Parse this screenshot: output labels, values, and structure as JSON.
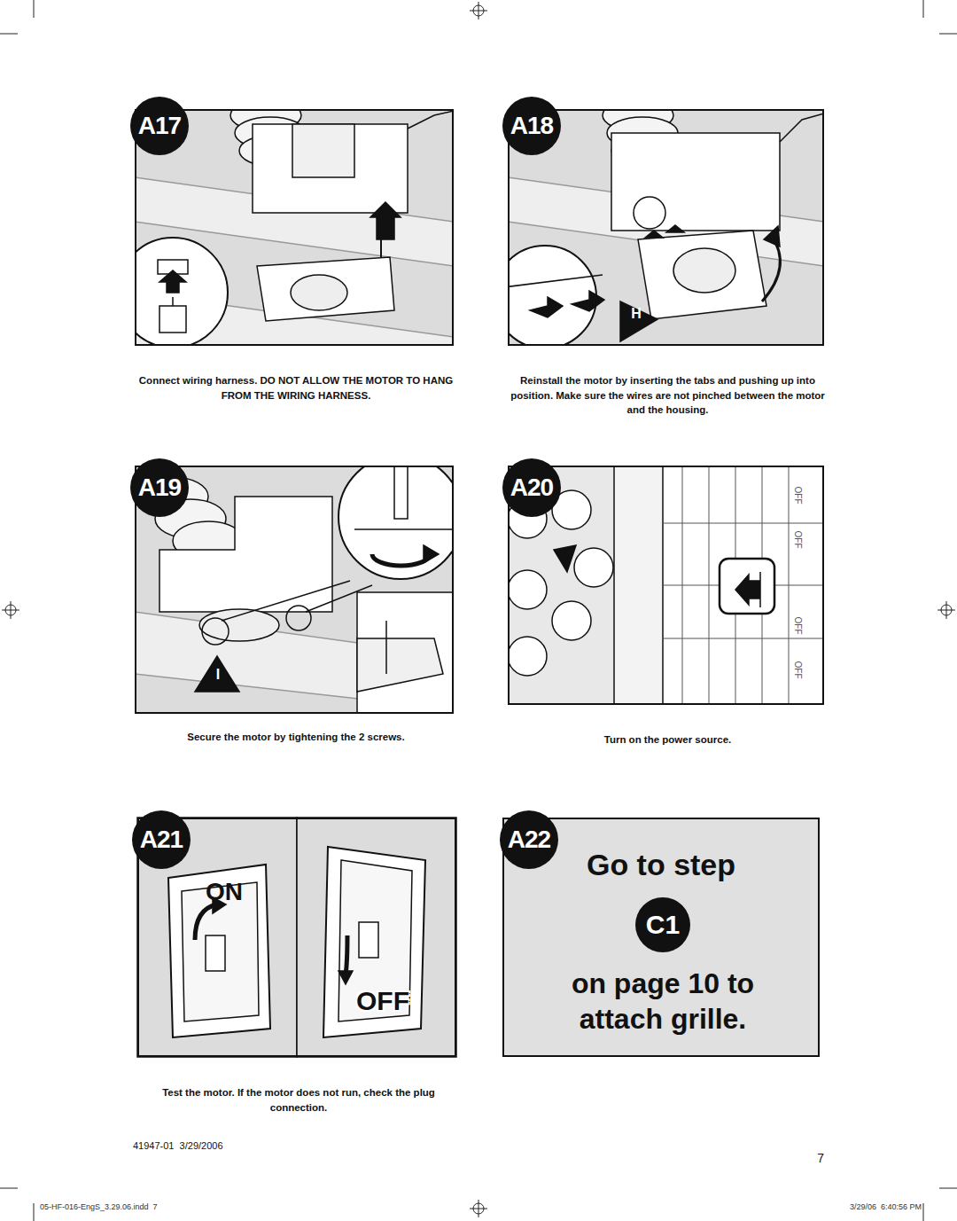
{
  "diagram": {
    "nodes": [
      {
        "text": [
          "A17",
          "Connect wiring harness. DO NOT ALLOW THE MOTOR TO HANG FROM THE WIRING HARNESS."
        ]
      },
      {
        "text": [
          "A18",
          "Reinstall the motor by inserting the tabs and pushing up into position. Make sure the wires are not pinched between the motor and the housing."
        ]
      },
      {
        "text": [
          "A19",
          "Secure the motor by tightening the 2 screws."
        ]
      },
      {
        "text": [
          "A20",
          "Turn on the power source."
        ]
      },
      {
        "text": [
          "A21",
          "Test the motor. If the motor does not run, check the plug connection."
        ]
      },
      {
        "text": [
          "A22",
          "Go to step",
          "on page 10 to attach grille."
        ]
      },
      {
        "text": [
          "C1"
        ],
        "in": 5
      }
    ],
    "edges": [],
    "labels": [
      "H",
      "I",
      "ON",
      "OFF",
      "OFF",
      "OFF",
      "OFF",
      "OFF",
      "41947-01  3/29/2006",
      "7",
      "05-HF-016-EngS_3.29.06.indd  7",
      "3/29/06  6:40:56 PM"
    ]
  }
}
